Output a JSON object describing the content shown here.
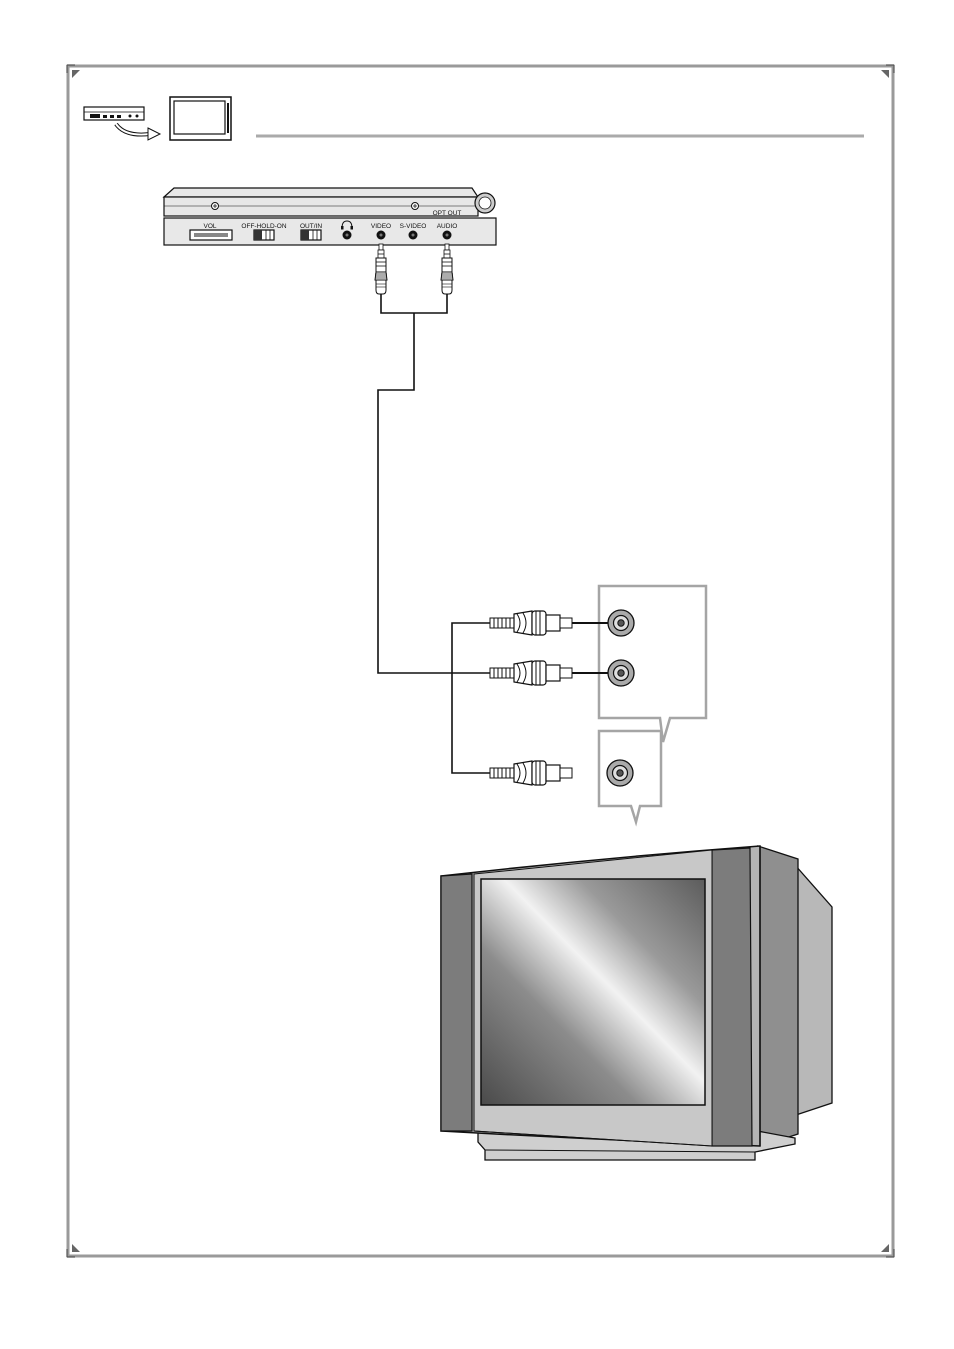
{
  "player_panel": {
    "vol_label": "VOL",
    "hold_label": "OFF-HOLD-ON",
    "outin_label": "OUT/IN",
    "video_label": "VIDEO",
    "svideo_label": "S-VIDEO",
    "audio_label": "AUDIO",
    "opt_out_label": "OPT OUT"
  },
  "icons": {
    "headphone": "headphone-icon",
    "player": "dvd-player-icon",
    "tv": "tv-icon"
  },
  "colors": {
    "line": "#111111",
    "frame": "#999999",
    "tv_body": "#b4b4b4",
    "tv_dark": "#7a7a7a"
  }
}
